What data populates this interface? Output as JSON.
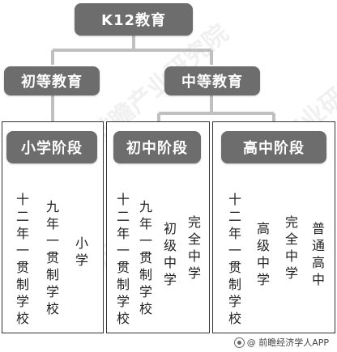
{
  "root": {
    "label": "K12教育"
  },
  "level2": [
    {
      "label": "初等教育"
    },
    {
      "label": "中等教育"
    }
  ],
  "panels": [
    {
      "title": "小学阶段",
      "columns": [
        {
          "text": "十二年一贯制学校"
        },
        {
          "text": "九年一贯制学校"
        },
        {
          "text": "小学"
        }
      ]
    },
    {
      "title": "初中阶段",
      "columns": [
        {
          "text": "十二年一贯制学校"
        },
        {
          "text": "九年一贯制学校"
        },
        {
          "text": "初级中学"
        },
        {
          "text": "完全中学"
        }
      ]
    },
    {
      "title": "高中阶段",
      "columns": [
        {
          "text": "十二年一贯制学校"
        },
        {
          "text": "高级中学"
        },
        {
          "text": "完全中学"
        },
        {
          "text": "普通高中"
        }
      ]
    }
  ],
  "watermark": {
    "text": "前瞻产业研究院"
  },
  "footer": {
    "text": "@ 前瞻经济学人APP"
  },
  "colors": {
    "node_fill": "#6d6d6d",
    "connector": "#c0c0c0",
    "text": "#222222"
  }
}
